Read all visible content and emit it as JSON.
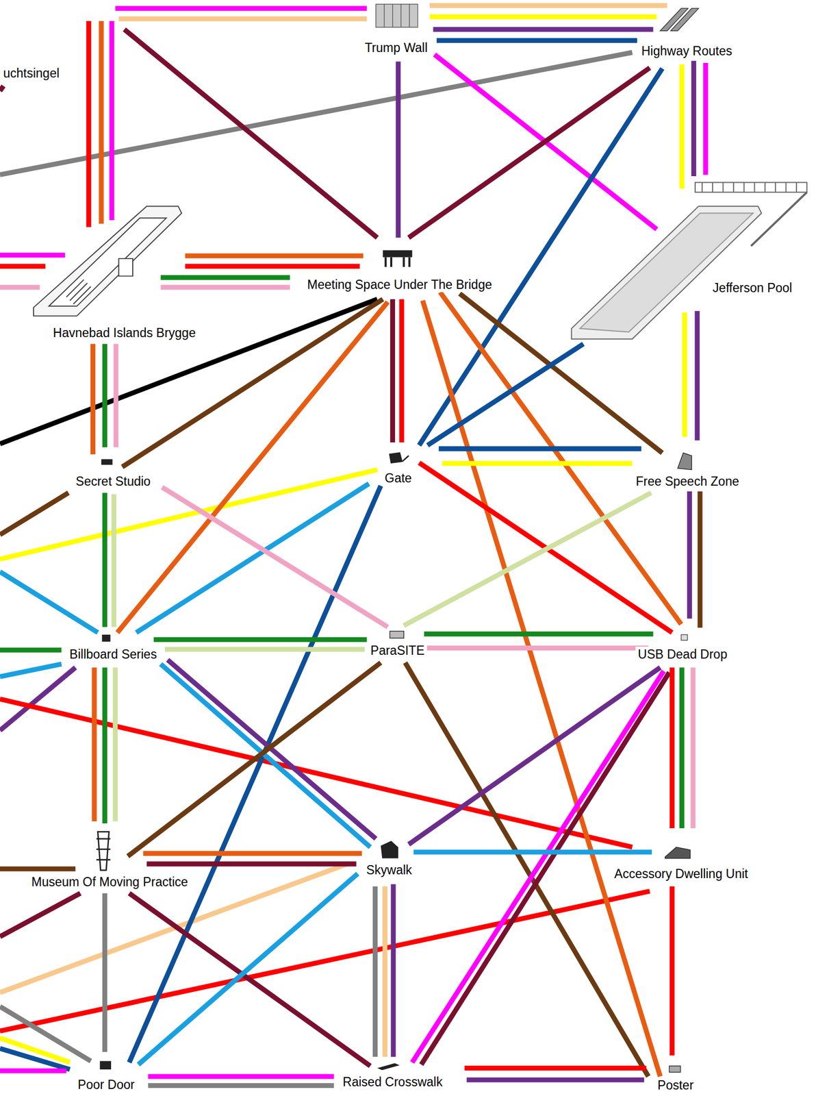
{
  "diagram": {
    "nodes": [
      {
        "text": [
          "uchtsingel"
        ]
      },
      {
        "text": [
          "Trump Wall"
        ]
      },
      {
        "text": [
          "Highway Routes"
        ]
      },
      {
        "text": [
          "Meeting Space Under The Bridge"
        ]
      },
      {
        "text": [
          "Jefferson Pool"
        ]
      },
      {
        "text": [
          "Havnebad Islands Brygge"
        ]
      },
      {
        "text": [
          "Secret Studio"
        ]
      },
      {
        "text": [
          "Gate"
        ]
      },
      {
        "text": [
          "Free Speech Zone"
        ]
      },
      {
        "text": [
          "Billboard Series"
        ]
      },
      {
        "text": [
          "ParaSITE"
        ]
      },
      {
        "text": [
          "USB Dead Drop"
        ]
      },
      {
        "text": [
          "Museum Of Moving Practice"
        ]
      },
      {
        "text": [
          "Skywalk"
        ]
      },
      {
        "text": [
          "Accessory Dwelling Unit"
        ]
      },
      {
        "text": [
          "Poor Door"
        ]
      },
      {
        "text": [
          "Raised Crosswalk"
        ]
      },
      {
        "text": [
          "Poster"
        ]
      }
    ],
    "edges": [
      {
        "from": 1,
        "to": 2,
        "arrow": "none"
      },
      {
        "from": 1,
        "to": 2,
        "arrow": "none"
      },
      {
        "from": 1,
        "to": 2,
        "arrow": "none"
      },
      {
        "from": 1,
        "to": 2,
        "arrow": "none"
      },
      {
        "from": 1,
        "to": 3,
        "arrow": "none"
      },
      {
        "from": 1,
        "to": 4,
        "arrow": "none"
      },
      {
        "from": 2,
        "to": 3,
        "arrow": "none"
      },
      {
        "from": 2,
        "to": 7,
        "arrow": "none"
      },
      {
        "from": 2,
        "to": 4,
        "arrow": "none"
      },
      {
        "from": 2,
        "to": 4,
        "arrow": "none"
      },
      {
        "from": 2,
        "to": 4,
        "arrow": "none"
      },
      {
        "from": 5,
        "to": 3,
        "arrow": "none"
      },
      {
        "from": 5,
        "to": 3,
        "arrow": "none"
      },
      {
        "from": 5,
        "to": 3,
        "arrow": "none"
      },
      {
        "from": 5,
        "to": 3,
        "arrow": "none"
      },
      {
        "from": 5,
        "to": 6,
        "arrow": "none"
      },
      {
        "from": 5,
        "to": 6,
        "arrow": "none"
      },
      {
        "from": 5,
        "to": 6,
        "arrow": "none"
      },
      {
        "from": 3,
        "to": 7,
        "arrow": "none"
      },
      {
        "from": 3,
        "to": 7,
        "arrow": "none"
      },
      {
        "from": 3,
        "to": 6,
        "arrow": "none"
      },
      {
        "from": 3,
        "to": 9,
        "arrow": "none"
      },
      {
        "from": 3,
        "to": 17,
        "arrow": "none"
      },
      {
        "from": 3,
        "to": 11,
        "arrow": "none"
      },
      {
        "from": 3,
        "to": 8,
        "arrow": "none"
      },
      {
        "from": 4,
        "to": 7,
        "arrow": "none"
      },
      {
        "from": 4,
        "to": 8,
        "arrow": "none"
      },
      {
        "from": 4,
        "to": 8,
        "arrow": "none"
      },
      {
        "from": 7,
        "to": 8,
        "arrow": "none"
      },
      {
        "from": 7,
        "to": 8,
        "arrow": "none"
      },
      {
        "from": 7,
        "to": 9,
        "arrow": "none"
      },
      {
        "from": 7,
        "to": 15,
        "arrow": "none"
      },
      {
        "from": 7,
        "to": 11,
        "arrow": "none"
      },
      {
        "from": 6,
        "to": 9,
        "arrow": "none"
      },
      {
        "from": 6,
        "to": 9,
        "arrow": "none"
      },
      {
        "from": 6,
        "to": 10,
        "arrow": "none"
      },
      {
        "from": 8,
        "to": 10,
        "arrow": "none"
      },
      {
        "from": 8,
        "to": 11,
        "arrow": "none"
      },
      {
        "from": 8,
        "to": 11,
        "arrow": "none"
      },
      {
        "from": 9,
        "to": 10,
        "arrow": "none"
      },
      {
        "from": 9,
        "to": 10,
        "arrow": "none"
      },
      {
        "from": 9,
        "to": 12,
        "arrow": "none"
      },
      {
        "from": 9,
        "to": 12,
        "arrow": "none"
      },
      {
        "from": 9,
        "to": 12,
        "arrow": "none"
      },
      {
        "from": 9,
        "to": 13,
        "arrow": "none"
      },
      {
        "from": 9,
        "to": 13,
        "arrow": "none"
      },
      {
        "from": 10,
        "to": 11,
        "arrow": "none"
      },
      {
        "from": 10,
        "to": 11,
        "arrow": "none"
      },
      {
        "from": 10,
        "to": 12,
        "arrow": "none"
      },
      {
        "from": 10,
        "to": 17,
        "arrow": "none"
      },
      {
        "from": 11,
        "to": 13,
        "arrow": "none"
      },
      {
        "from": 11,
        "to": 16,
        "arrow": "none"
      },
      {
        "from": 11,
        "to": 16,
        "arrow": "none"
      },
      {
        "from": 11,
        "to": 14,
        "arrow": "none"
      },
      {
        "from": 11,
        "to": 14,
        "arrow": "none"
      },
      {
        "from": 11,
        "to": 14,
        "arrow": "none"
      },
      {
        "from": 12,
        "to": 13,
        "arrow": "none"
      },
      {
        "from": 12,
        "to": 13,
        "arrow": "none"
      },
      {
        "from": 12,
        "to": 15,
        "arrow": "none"
      },
      {
        "from": 12,
        "to": 16,
        "arrow": "none"
      },
      {
        "from": 13,
        "to": 14,
        "arrow": "none"
      },
      {
        "from": 13,
        "to": 15,
        "arrow": "none"
      },
      {
        "from": 13,
        "to": 16,
        "arrow": "none"
      },
      {
        "from": 13,
        "to": 16,
        "arrow": "none"
      },
      {
        "from": 13,
        "to": 16,
        "arrow": "none"
      },
      {
        "from": 14,
        "to": 17,
        "arrow": "none"
      },
      {
        "from": 15,
        "to": 16,
        "arrow": "none"
      },
      {
        "from": 15,
        "to": 16,
        "arrow": "none"
      },
      {
        "from": 16,
        "to": 17,
        "arrow": "none"
      },
      {
        "from": 16,
        "to": 17,
        "arrow": "none"
      }
    ]
  }
}
